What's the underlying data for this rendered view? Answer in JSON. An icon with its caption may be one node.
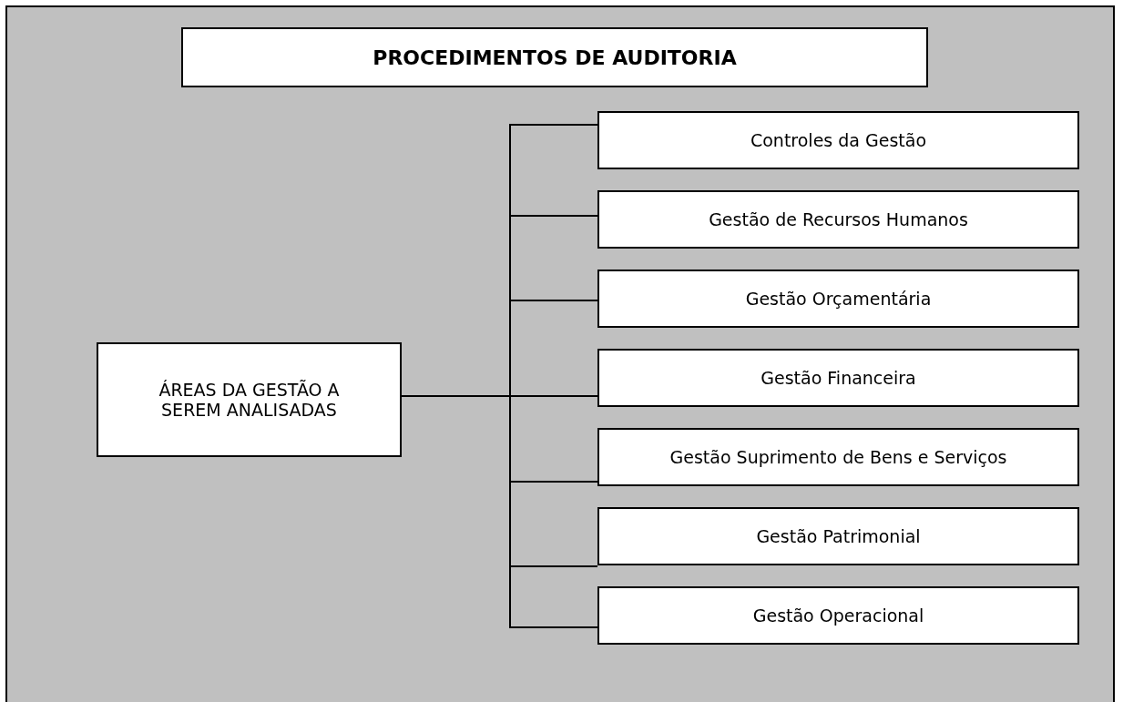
{
  "diagram": {
    "title": "PROCEDIMENTOS DE AUDITORIA",
    "nodes": [
      {
        "text": [
          "ÁREAS DA GESTÃO A SEREM ANALISADAS"
        ]
      },
      {
        "text": [
          "Controles da Gestão"
        ]
      },
      {
        "text": [
          "Gestão de Recursos Humanos"
        ]
      },
      {
        "text": [
          "Gestão Orçamentária"
        ]
      },
      {
        "text": [
          "Gestão Financeira"
        ]
      },
      {
        "text": [
          "Gestão Suprimento de Bens e Serviços"
        ]
      },
      {
        "text": [
          "Gestão Patrimonial"
        ]
      },
      {
        "text": [
          "Gestão Operacional"
        ]
      }
    ],
    "edges": [
      {
        "from": 0,
        "to": 1,
        "arrow": "none"
      },
      {
        "from": 0,
        "to": 2,
        "arrow": "none"
      },
      {
        "from": 0,
        "to": 3,
        "arrow": "none"
      },
      {
        "from": 0,
        "to": 4,
        "arrow": "none"
      },
      {
        "from": 0,
        "to": 5,
        "arrow": "none"
      },
      {
        "from": 0,
        "to": 6,
        "arrow": "none"
      },
      {
        "from": 0,
        "to": 7,
        "arrow": "none"
      }
    ]
  }
}
